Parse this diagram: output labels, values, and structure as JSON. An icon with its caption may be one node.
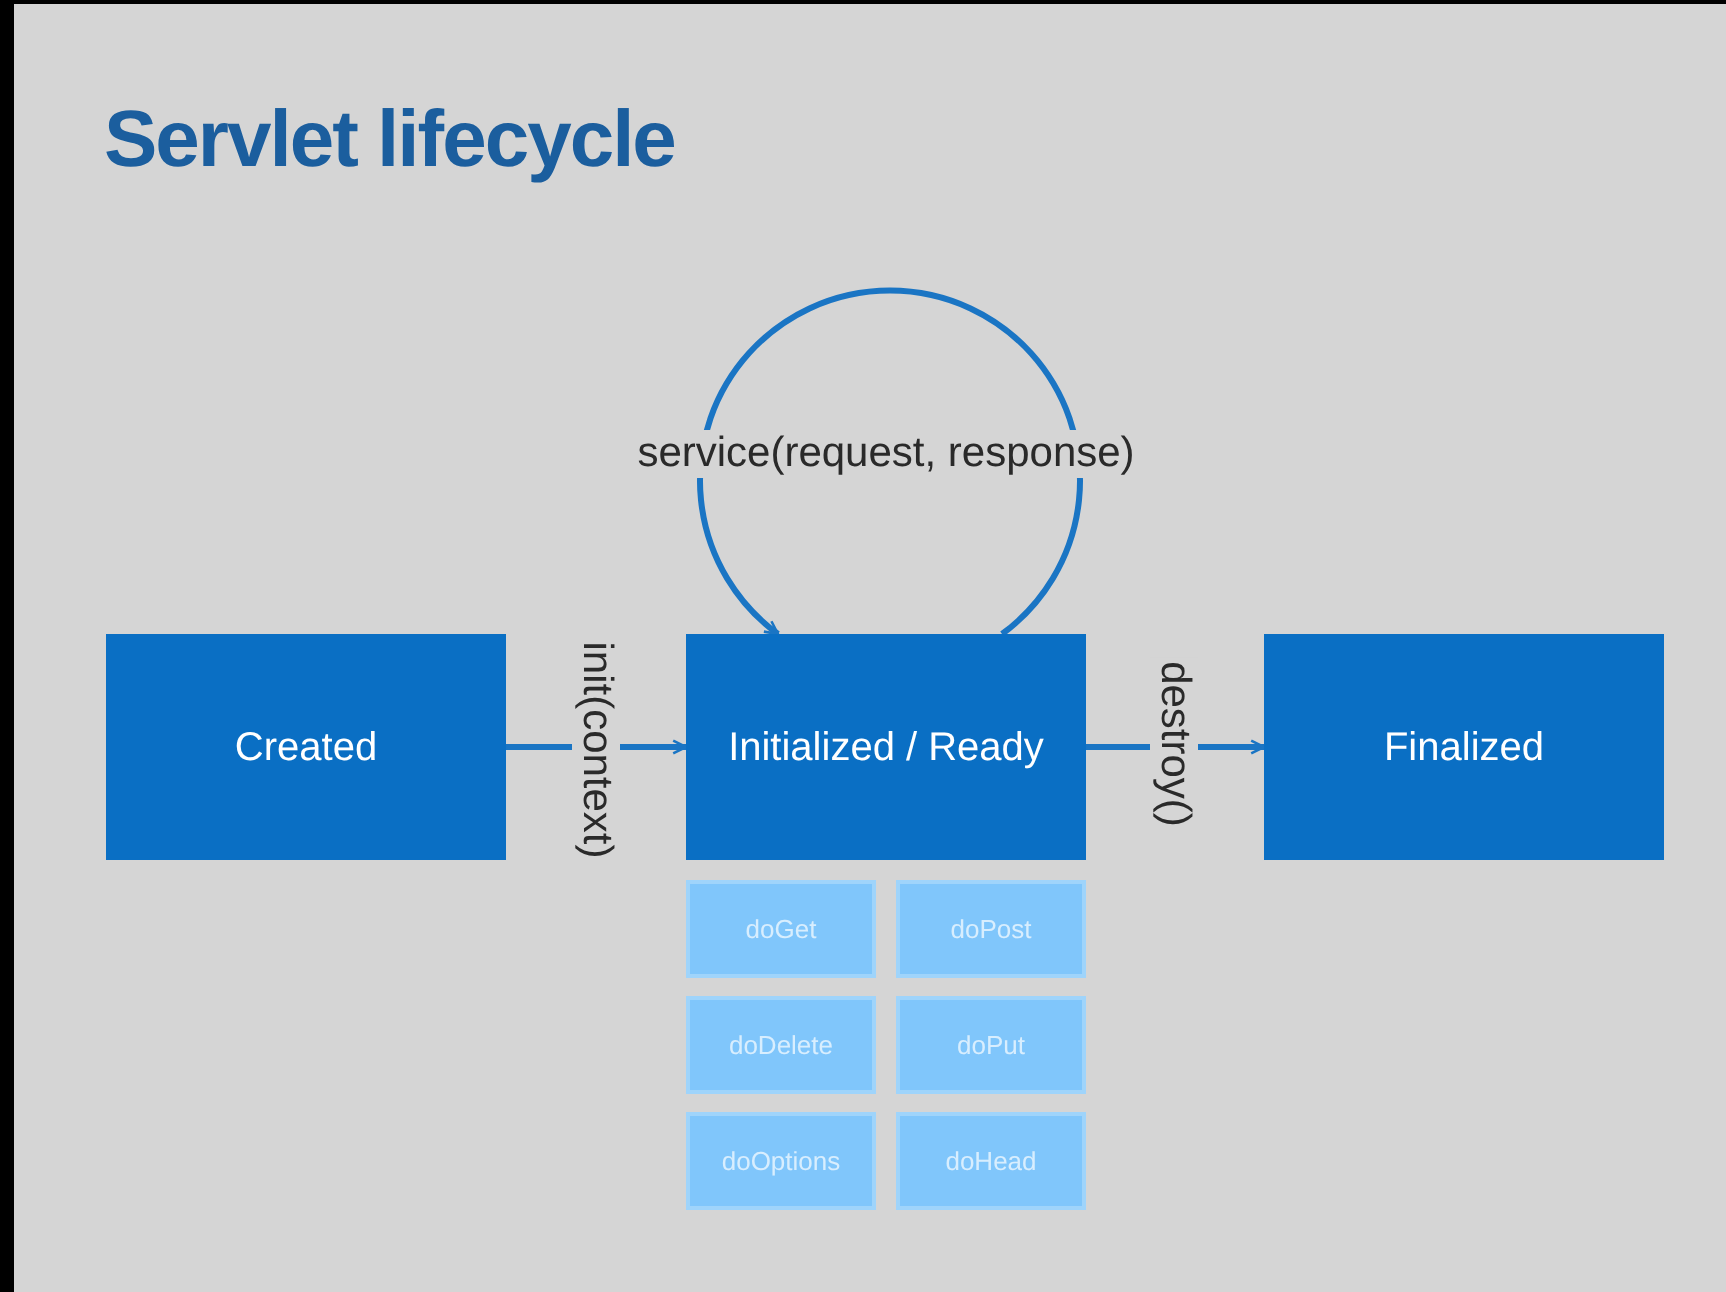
{
  "diagram": {
    "title": "Servlet lifecycle",
    "nodes": [
      {
        "text": [
          "Created"
        ]
      },
      {
        "text": [
          "Initialized / Ready"
        ]
      },
      {
        "text": [
          "Finalized"
        ]
      },
      {
        "text": [
          "doGet"
        ]
      },
      {
        "text": [
          "doPost"
        ]
      },
      {
        "text": [
          "doDelete"
        ]
      },
      {
        "text": [
          "doPut"
        ]
      },
      {
        "text": [
          "doOptions"
        ]
      },
      {
        "text": [
          "doHead"
        ]
      }
    ],
    "edges": [
      {
        "from": 0,
        "to": 1,
        "arrow": "to",
        "label": "init(context)"
      },
      {
        "from": 1,
        "to": 1,
        "arrow": "to",
        "label": "service(request, response)"
      },
      {
        "from": 1,
        "to": 2,
        "arrow": "to",
        "label": "destroy()"
      }
    ]
  }
}
